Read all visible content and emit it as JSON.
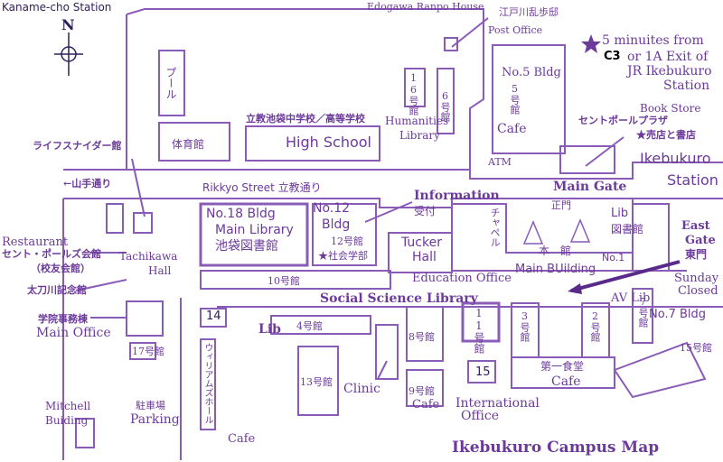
{
  "map": {
    "title": "Ikebukuro Campus Map",
    "compass": "N",
    "accent_color": "#6b3a9a",
    "line_color": "#8a5cb8",
    "labels": {
      "kaname_station": "Kaname-cho Station",
      "edogawa_en": "Edogawa Ranpo House",
      "edogawa_jp": "江戸川乱歩邸",
      "post_office": "Post Office",
      "access_1": "5 minuites from",
      "access_c3": "C3",
      "access_2": "or 1A Exit of",
      "access_3": "JR Ikebukuro",
      "access_4": "Station",
      "pool": "プール",
      "gym": "体育館",
      "b16": "16号館",
      "b6": "6号館",
      "humanities_1": "Humanities",
      "humanities_2": "Library",
      "no5": "No.5 Bldg",
      "b5": "5号館",
      "cafe_5": "Cafe",
      "bookstore_1": "Book Store",
      "bookstore_2": "セントポールプラザ",
      "bookstore_3": "★売店と書店",
      "school_jp": "立教池袋中学校／高等学校",
      "high_school": "High School",
      "ikebukuro_1": "Ikebukuro",
      "ikebukuro_2": "Station",
      "life_snider": "ライフスナイダー館",
      "atm": "ATM",
      "yamate": "←山手通り",
      "rikkyo_street": "Rikkyo Street 立教通り",
      "main_gate": "Main Gate",
      "seimon": "正門",
      "information": "Information",
      "uketsuke": "受付",
      "no18": "No.18 Bldg",
      "main_library": "Main Library",
      "ikebukuro_lib": "池袋図書館",
      "no12_1": "No.12",
      "no12_2": "Bldg",
      "b12": "12号館",
      "shakai": "★社会学部",
      "tucker_1": "Tucker",
      "tucker_2": "Hall",
      "chapel": "チャペル",
      "lib_en": "Lib",
      "lib_jp": "図書館",
      "honkan": "本　館",
      "no1": "No.1",
      "main_building": "Main BUilding",
      "east_gate_1": "East",
      "east_gate_2": "Gate",
      "higashimon": "東門",
      "sunday_1": "Sunday",
      "sunday_2": "Closed",
      "restaurant": "Restaurant",
      "stpauls_kaikan": "セント・ポールズ会館",
      "koyukai": "（校友会館）",
      "tachikawa_1": "Tachikawa",
      "tachikawa_2": "Hall",
      "tachikawa_jp": "太刀川記念館",
      "b10": "10号館",
      "education_office": "Education Office",
      "social_science_library": "Social Science Library",
      "av_lib": "AV Lib",
      "no7": "No.7 Bldg",
      "b7": "7号館",
      "gakuin_jp": "学院事務棟",
      "main_office": "Main Office",
      "n14": "14",
      "lib_small": "Lib",
      "b4": "4号館",
      "b8": "8号館",
      "b11": "11号館",
      "b3": "3号館",
      "b2": "2号館",
      "b15": "15号館",
      "b17": "17号館",
      "william": "ウィリアムズホール",
      "b13": "13号館",
      "clinic": "Clinic",
      "daiichi": "第一食堂",
      "cafe_1": "Cafe",
      "b9": "9号館",
      "cafe_9": "Cafe",
      "n15": "15",
      "international_1": "International",
      "international_2": "Office",
      "mitchell_1": "Mitchell",
      "mitchell_2": "Buiding",
      "parking_jp": "駐車場",
      "parking": "Parking",
      "cafe_parking": "Cafe"
    }
  }
}
